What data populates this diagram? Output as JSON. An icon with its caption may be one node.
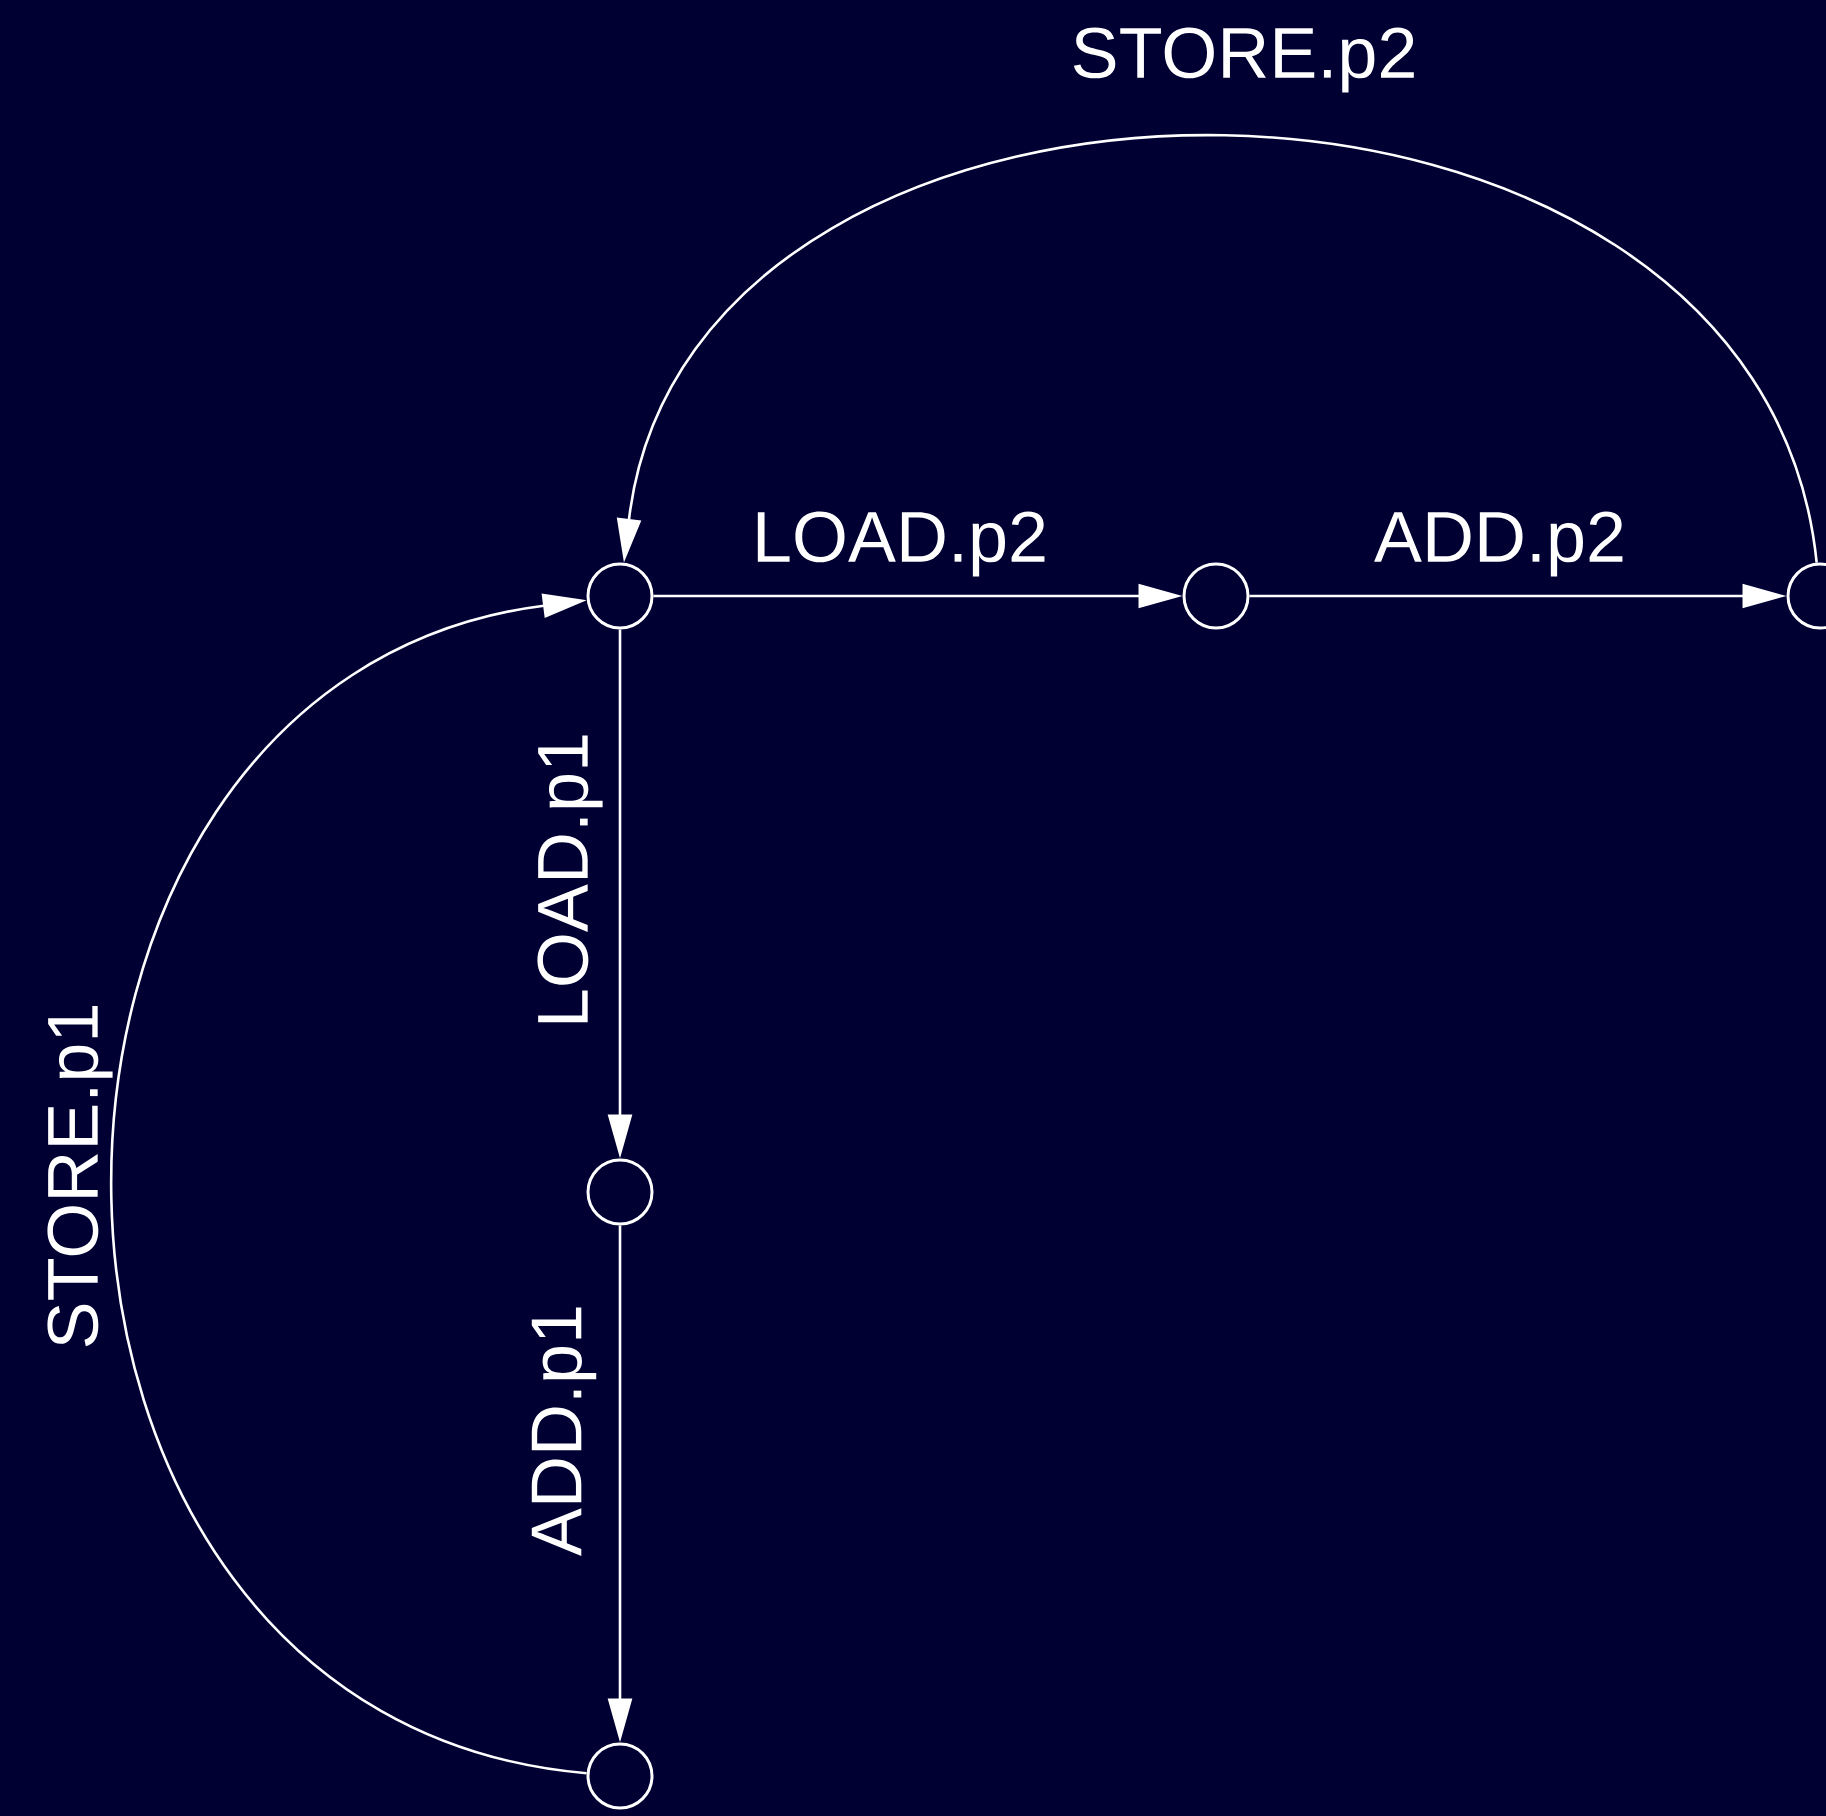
{
  "diagram": {
    "nodes": [
      {
        "text": [],
        "shape": "circle"
      },
      {
        "text": [],
        "shape": "circle"
      },
      {
        "text": [],
        "shape": "circle"
      },
      {
        "text": [],
        "shape": "circle"
      },
      {
        "text": [],
        "shape": "circle"
      }
    ],
    "edges": [
      {
        "from": 0,
        "to": 1,
        "arrow": "to",
        "label": "LOAD.p2"
      },
      {
        "from": 1,
        "to": 2,
        "arrow": "to",
        "label": "ADD.p2"
      },
      {
        "from": 2,
        "to": 0,
        "arrow": "to",
        "label": "STORE.p2"
      },
      {
        "from": 0,
        "to": 3,
        "arrow": "to",
        "label": "LOAD.p1"
      },
      {
        "from": 3,
        "to": 4,
        "arrow": "to",
        "label": "ADD.p1"
      },
      {
        "from": 4,
        "to": 0,
        "arrow": "to",
        "label": "STORE.p1"
      }
    ]
  }
}
